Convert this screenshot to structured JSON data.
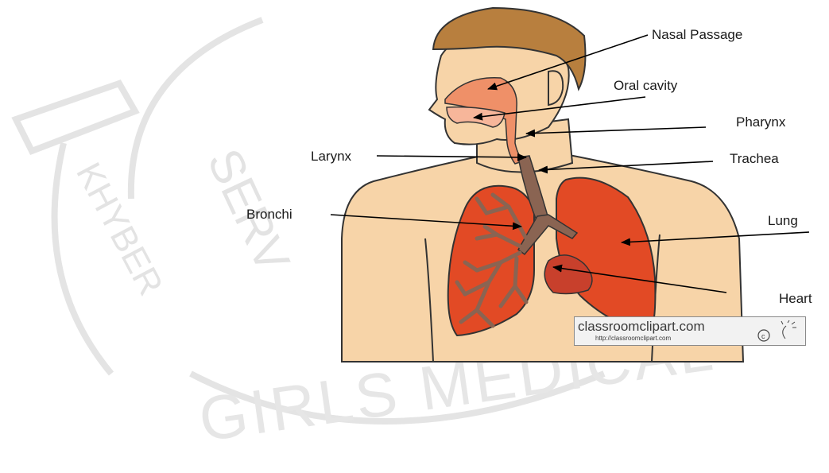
{
  "diagram": {
    "labels": {
      "nasal_passage": "Nasal Passage",
      "oral_cavity": "Oral cavity",
      "pharynx": "Pharynx",
      "larynx": "Larynx",
      "trachea": "Trachea",
      "bronchi": "Bronchi",
      "lung": "Lung",
      "heart": "Heart"
    },
    "credit": {
      "site": "classroomclipart.com",
      "url": "http://classroomclipart.com"
    },
    "watermark": {
      "text_arc": "SERV",
      "text_side": "KHYBER",
      "text_bottom": "GIRLS MEDICAL"
    }
  },
  "colors": {
    "skin": "#f7d4a8",
    "hair": "#b87f3e",
    "lung": "#e24a25",
    "bronchi": "#8a6452",
    "heart": "#c8402c",
    "airway": "#ef9068",
    "watermark": "#e3e3e3"
  }
}
